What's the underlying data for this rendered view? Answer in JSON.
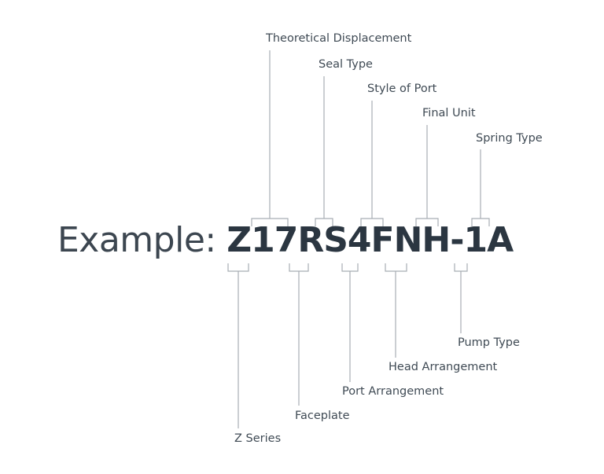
{
  "headline": {
    "prefix": "Example:",
    "code": "Z17RS4FNH-1A"
  },
  "labels_top": {
    "theoretical_displacement": "Theoretical Displacement",
    "seal_type": "Seal Type",
    "style_of_port": "Style of Port",
    "final_unit": "Final Unit",
    "spring_type": "Spring Type"
  },
  "labels_bottom": {
    "pump_type": "Pump Type",
    "head_arrangement": "Head Arrangement",
    "port_arrangement": "Port Arrangement",
    "faceplate": "Faceplate",
    "z_series": "Z Series"
  },
  "colors": {
    "text": "#3f4a54",
    "code": "#2b3641",
    "connector": "#a8adb3"
  }
}
